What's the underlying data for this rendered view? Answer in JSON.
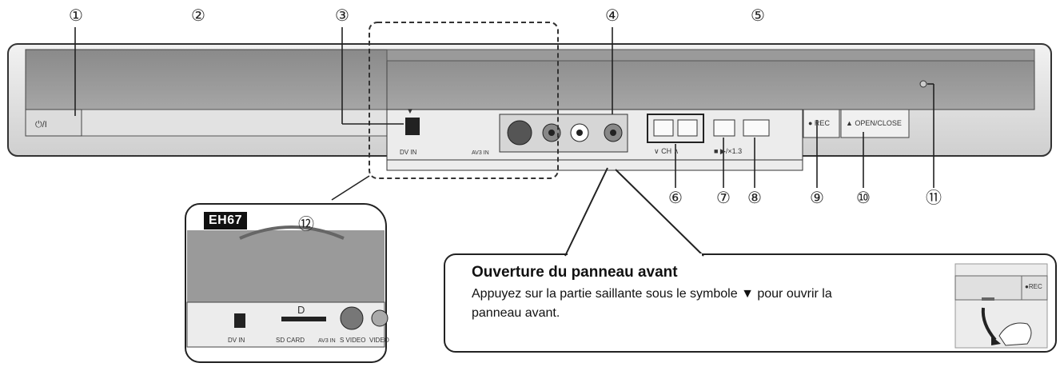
{
  "callouts": [
    "①",
    "②",
    "③",
    "④",
    "⑤",
    "⑥",
    "⑦",
    "⑧",
    "⑨",
    "⑩",
    "⑪",
    "⑫"
  ],
  "device": {
    "power_label": "⏻/I",
    "rec_label": "● REC",
    "open_close_label": "▲ OPEN/CLOSE",
    "dv_in_label": "DV IN",
    "av3_in_label": "AV3 IN",
    "ch_labels": "∨ CH ∧",
    "stop_play_labels": "■     ▶/×1.3",
    "down_arrow": "▼"
  },
  "inset": {
    "model_badge": "EH67",
    "sd_symbol": "D",
    "dv_in_label": "DV IN",
    "sd_card_label": "SD CARD",
    "av3_in_label": "AV3 IN",
    "s_video_label": "S VIDEO",
    "video_label": "VIDEO"
  },
  "callout_box": {
    "title": "Ouverture du panneau avant",
    "text": "Appuyez sur la partie saillante sous le symbole ▼ pour ouvrir la panneau avant.",
    "illus_rec": "●REC"
  }
}
